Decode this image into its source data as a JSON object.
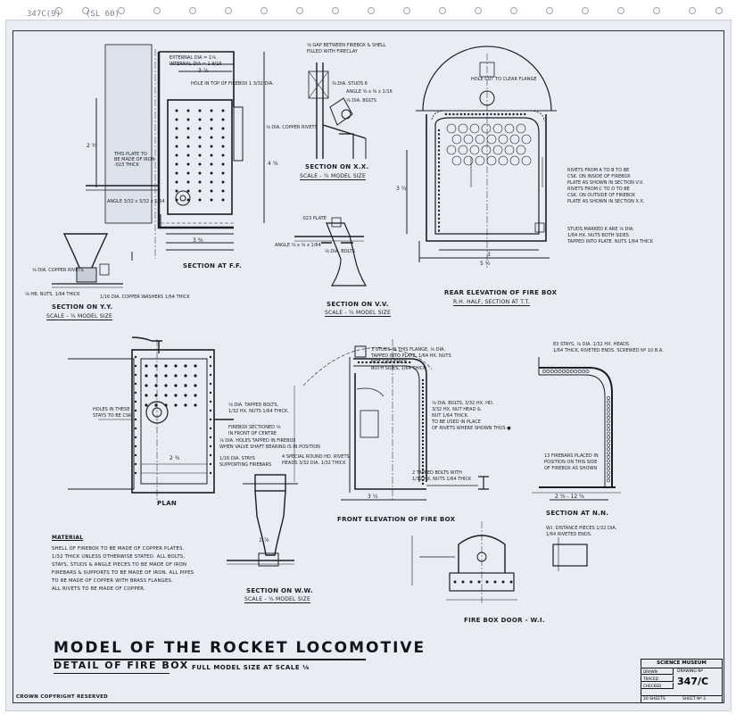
{
  "pencil_marks": {
    "ref_left": "347C(9)",
    "ref_right": "(SL 60)"
  },
  "sections": {
    "section_ff": {
      "title": "SECTION AT F.F."
    },
    "section_xx": {
      "title": "SECTION ON X.X.",
      "scale": "SCALE - ¼ MODEL SIZE"
    },
    "section_yy": {
      "title": "SECTION ON Y.Y.",
      "scale": "SCALE - ¼ MODEL SIZE"
    },
    "section_vv": {
      "title": "SECTION ON V.V.",
      "scale": "SCALE - ¼ MODEL SIZE"
    },
    "rear_elevation": {
      "title": "REAR ELEVATION OF FIRE BOX",
      "sub": "R.H. HALF, SECTION AT T.T."
    },
    "plan": {
      "title": "PLAN"
    },
    "front_elevation": {
      "title": "FRONT ELEVATION OF FIRE BOX"
    },
    "section_nn": {
      "title": "SECTION AT N.N."
    },
    "section_ww": {
      "title": "SECTION ON W.W.",
      "scale": "SCALE - ¼ MODEL SIZE"
    },
    "fire_box_door": {
      "title": "FIRE BOX DOOR - W.I."
    }
  },
  "notes": {
    "ext_dia": "EXTERNAL DIA = 1⅛",
    "int_dia": "INTERNAL DIA = 1 9/16",
    "hole_top": "HOLE IN TOP OF FIREBOX 1 3/32 DIA.",
    "gap_note_1": "⅛ GAP BETWEEN FIREBOX & SHELL",
    "gap_note_2": "FILLED WITH FIRECLAY",
    "studs": "⅜ DIA. STUDS 6",
    "angle_xx": "ANGLE ⅜ x ⅜ x 1/16",
    "bolts_xx": "⅛ DIA. BOLTS",
    "copper_rivets": "⅛ DIA. COPPER RIVETS",
    "plate_iron_1": "THIS PLATE TO",
    "plate_iron_2": "BE MADE OF IRON",
    "plate_iron_3": "·023 THICK",
    "angle_ff": "ANGLE 3/32 x 3/32 x 1/64",
    "vv_plate": "·023 PLATE",
    "vv_angle": "ANGLE ⅛ x ⅛ x 1/64",
    "vv_bolts": "⅛ DIA. BOLTS",
    "yy_rivets": "⅛ DIA. COPPER RIVETS",
    "yy_nuts": "⅛ HB. NUTS. 1/64 THICK",
    "yy_washers": "1/16 DIA. COPPER WASHERS 1/64 THICK",
    "rear_rivets_1": "RIVETS FROM A TO B TO BE",
    "rear_rivets_2": "CSK. ON INSIDE OF FIREBOX",
    "rear_rivets_3": "PLATE AS SHOWN IN SECTION V.V.",
    "rear_rivets_4": "RIVETS FROM C TO D TO BE",
    "rear_rivets_5": "CSK. ON OUTSIDE OF FIREBOX",
    "rear_rivets_6": "PLATE AS SHOWN IN SECTION X.X.",
    "studs_k_1": "STUDS MARKED K ARE ⅛ DIA.",
    "studs_k_2": "1/64 HX. NUTS BOTH SIDES",
    "studs_k_3": "TAPPED INTO PLATE. NUTS 1/64 THICK",
    "hole_cut": "HOLE CUT TO CLEAR FLANGE",
    "plan_holes_1": "HOLES IN THESE",
    "plan_holes_2": "STAYS TO BE CSK.",
    "plan_tapped_1": "⅛ DIA. TAPPED BOLTS,",
    "plan_tapped_2": "1/32 HX. NUTS 1/64 THICK.",
    "plan_firebox_1": "FIREBOX SECTIONED ⅛",
    "plan_firebox_2": "IN FRONT OF CENTRE",
    "plan_shaft_1": "⅛ DIA. HOLES TAPPED IN FIREBOX",
    "plan_shaft_2": "WHEN VALVE SHAFT BEARING IS IN POSITION",
    "plan_stays_1": "1/16 DIA. STAYS",
    "plan_stays_2": "SUPPORTING FIREBARS",
    "front_studs_1": "3 STUDS IN THIS FLANGE, ⅛ DIA.",
    "front_studs_2": "TAPPED INTO PLATE, 1/64 HX. NUTS",
    "front_studs_3": "NOT 1/64 THICK",
    "front_studs_4": "BOTH SIDES, 1/64 THICK",
    "front_bolts_1": "⅛ DIA. BOLTS, 3/32 HX. HD.",
    "front_bolts_2": "3/32 HX. NUT HEAD &",
    "front_bolts_3": "NUT 1/64 THICK.",
    "front_bolts_4": "TO BE USED IN PLACE",
    "front_bolts_5": "OF RIVETS WHERE SHOWN THUS ●",
    "front_round_1": "4 SPECIAL ROUND HD. RIVETS",
    "front_round_2": "HEADS 3/32 DIA. 1/32 THICK",
    "front_tapped_1": "2 TAPPED BOLTS WITH",
    "front_tapped_2": "1/32 HX. NUTS 1/64 THICK",
    "nn_rivets_1": "83 STAYS, ⅛ DIA. 1/32 HX. HEADS",
    "nn_rivets_2": "1/64 THICK, RIVETED ENDS. SCREWED Nº 10 B.A.",
    "nn_firebars_1": "13 FIREBARS PLACED IN",
    "nn_firebars_2": "POSITION ON THIS SIDE",
    "nn_firebars_3": "OF FIREBOX AS SHOWN",
    "door_distance_1": "W.I. DISTANCE PIECES 1/32 DIA.",
    "door_distance_2": "1/64 RIVETED ENDS."
  },
  "dimensions": {
    "ff_width": "3 ⅞",
    "ff_base": "3 ⅜",
    "ff_height": "4 ⅝",
    "ff_side": "2 ¾",
    "rear_width": "5 ½",
    "rear_inner": "3 ¼",
    "rear_span": "3",
    "front_dim": "3 ¼",
    "nn_dim": "2 ⅝ - 12 ⅝",
    "plan_dim": "2 ¾",
    "ww_dim": "1 ⅞"
  },
  "material": {
    "heading": "MATERIAL",
    "lines": [
      "SHELL OF FIREBOX TO BE MADE OF COPPER PLATES.",
      "1/32 THICK UNLESS OTHERWISE STATED. ALL BOLTS,",
      "STAYS, STUDS & ANGLE PIECES TO BE MADE OF IRON",
      "FIREBARS & SUPPORTS TO BE MADE OF IRON. ALL PIPES",
      "TO BE MADE OF COPPER WITH BRASS FLANGES.",
      "ALL RIVETS TO BE MADE OF COPPER."
    ]
  },
  "title": {
    "main": "MODEL OF THE ROCKET LOCOMOTIVE",
    "sub": "DETAIL OF FIRE BOX",
    "scale": "FULL MODEL SIZE AT SCALE ⅛"
  },
  "copyright": "CROWN COPYRIGHT RESERVED",
  "title_block": {
    "museum": "SCIENCE MUSEUM",
    "drawn": "DRAWN",
    "traced": "TRACED",
    "checked": "CHECKED",
    "drawing_label": "DRAWING Nº",
    "drawing_no": "347/C",
    "sheets_label": "20 SHEETS",
    "sheet_no": "SHEET Nº 3"
  },
  "colors": {
    "paper": "#e9edf3",
    "ink": "#1a1d24",
    "pencil": "#7a7f88"
  }
}
